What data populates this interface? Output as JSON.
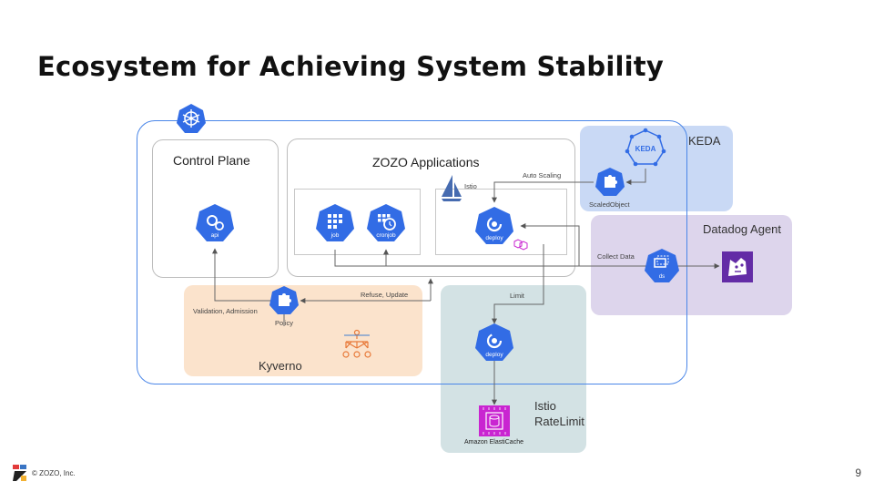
{
  "title": "Ecosystem for Achieving System Stability",
  "groups": {
    "control_plane": "Control Plane",
    "zozo_applications": "ZOZO Applications",
    "keda": "KEDA",
    "datadog_agent": "Datadog Agent",
    "kyverno": "Kyverno",
    "istio_ratelimit_line1": "Istio",
    "istio_ratelimit_line2": "RateLimit"
  },
  "icons": {
    "kubernetes": "kubernetes-icon",
    "api": "api",
    "job": "job",
    "cronjob": "cronjob",
    "deploy": "deploy",
    "deploy_ratelimit": "deploy",
    "ds": "ds",
    "keda_logo": "KEDA"
  },
  "labels": {
    "istio": "Istio",
    "auto_scaling": "Auto Scaling",
    "scaled_object": "ScaledObject",
    "collect_data": "Collect Data",
    "refuse_update": "Refuse, Update",
    "validation_admission": "Validation, Admission",
    "policy": "Policy",
    "limit": "Limit",
    "elasticache": "Amazon ElastiCache"
  },
  "footer": {
    "copyright": "© ZOZO, Inc.",
    "page": "9"
  },
  "colors": {
    "k8s_blue": "#326ce5",
    "keda_bg": "#c9d9f5",
    "datadog_bg": "#ddd5ec",
    "kyverno_bg": "#fbe3cc",
    "istio_rl_bg": "#d3e2e4",
    "datadog_purple": "#632ca6",
    "elasticache_magenta": "#c925d1"
  }
}
